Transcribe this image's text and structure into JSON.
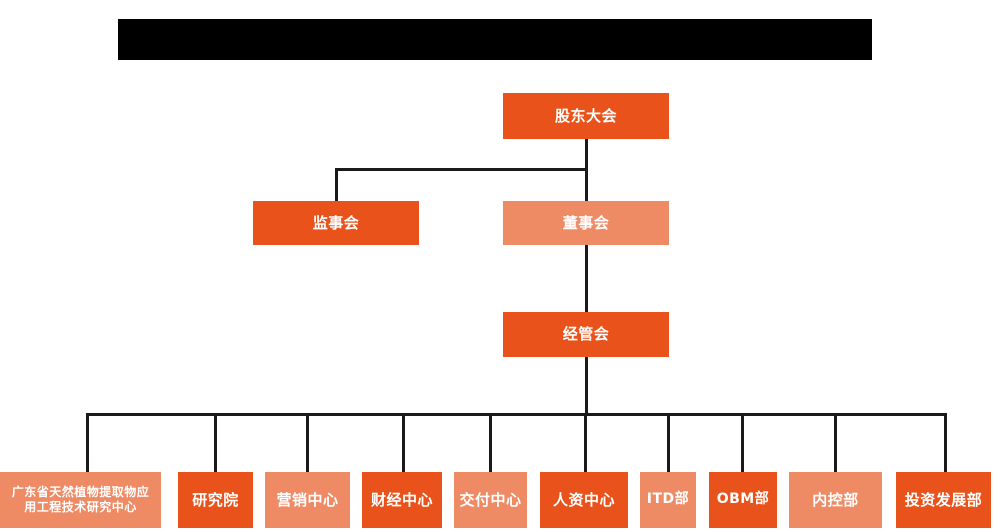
{
  "diagram": {
    "type": "org-chart",
    "title_bar": {
      "label": "",
      "color": "#000000"
    },
    "colors": {
      "accent_dark": "#E9531B",
      "accent_light": "#EE8A64",
      "connector": "#1a1a1a",
      "text": "#ffffff",
      "background": "#ffffff"
    },
    "nodes": {
      "shareholders_meeting": {
        "label": "股东大会",
        "style": "dark"
      },
      "supervisory_board": {
        "label": "监事会",
        "style": "dark"
      },
      "board_of_directors": {
        "label": "董事会",
        "style": "light"
      },
      "management_committee": {
        "label": "经管会",
        "style": "dark"
      }
    },
    "departments": [
      {
        "label_line1": "广东省天然植物提取物应",
        "label_line2": "用工程技术研究中心",
        "style": "light"
      },
      {
        "label_line1": "研究院",
        "label_line2": "",
        "style": "dark"
      },
      {
        "label_line1": "营销中心",
        "label_line2": "",
        "style": "light"
      },
      {
        "label_line1": "财经中心",
        "label_line2": "",
        "style": "dark"
      },
      {
        "label_line1": "交付中心",
        "label_line2": "",
        "style": "light"
      },
      {
        "label_line1": "人资中心",
        "label_line2": "",
        "style": "dark"
      },
      {
        "label_line1": "ITD部",
        "label_line2": "",
        "style": "light"
      },
      {
        "label_line1": "OBM部",
        "label_line2": "",
        "style": "dark"
      },
      {
        "label_line1": "内控部",
        "label_line2": "",
        "style": "light"
      },
      {
        "label_line1": "投资发展部",
        "label_line2": "",
        "style": "dark"
      }
    ]
  }
}
